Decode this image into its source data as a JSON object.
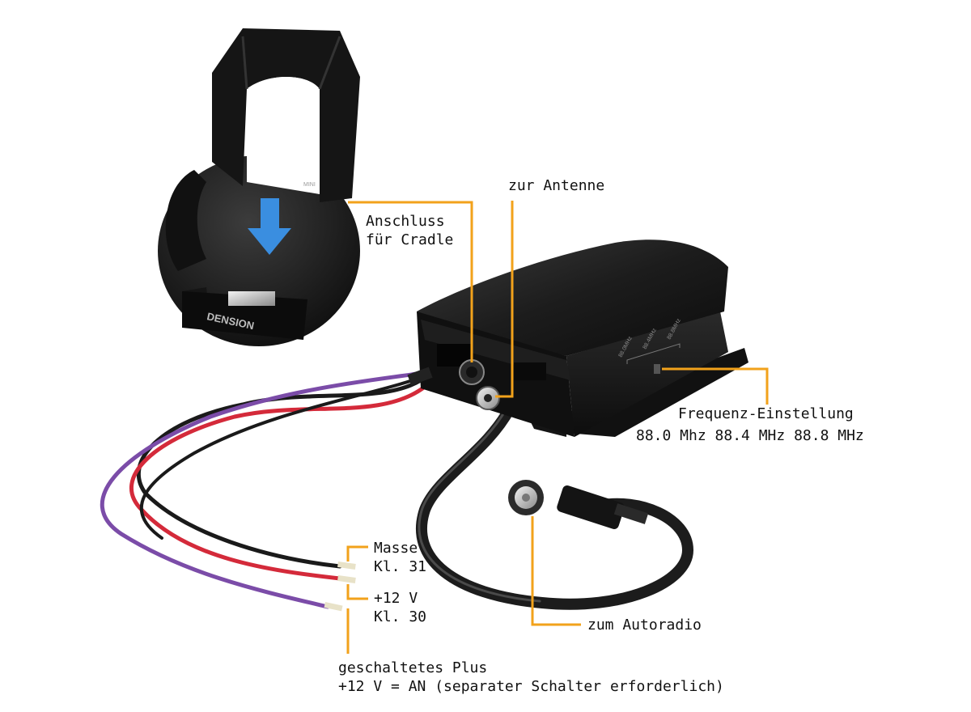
{
  "colors": {
    "callout": "#F2A21B",
    "body": "#151515",
    "wire_red": "#D42A3A",
    "wire_purple": "#7B4CA8",
    "wire_black": "#1A1A1A",
    "arrow": "#3A8EE0"
  },
  "product": {
    "cradle_brand": "DENSION",
    "tiny_label": "MINI",
    "switch_marks": [
      "88.0MHz",
      "88.4MHz",
      "88.8MHz"
    ]
  },
  "labels": {
    "antenne": "zur Antenne",
    "cradle_line1": "Anschluss",
    "cradle_line2": "für Cradle",
    "frequenz_line1": "Frequenz-Einstellung",
    "frequenz_line2": "88.0 Mhz 88.4 MHz 88.8 MHz",
    "masse_line1": "Masse",
    "masse_line2": "Kl. 31",
    "plus_line1": "+12 V",
    "plus_line2": "Kl. 30",
    "autoradio": "zum Autoradio",
    "geschaltet_line1": "geschaltetes Plus",
    "geschaltet_line2": "+12 V = AN (separater Schalter erforderlich)"
  }
}
